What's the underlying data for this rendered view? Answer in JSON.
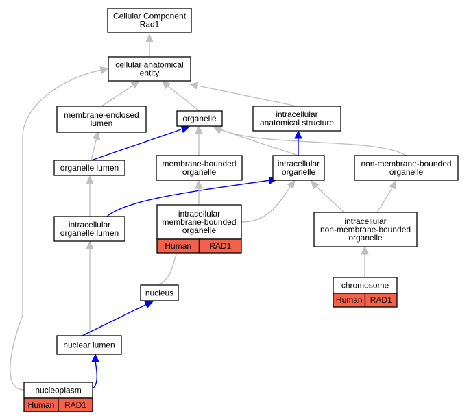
{
  "graph": {
    "nodes": {
      "root": [
        "Cellular Component",
        "Rad1"
      ],
      "cae": [
        "cellular anatomical",
        "entity"
      ],
      "mel": [
        "membrane-enclosed",
        "lumen"
      ],
      "org": [
        "organelle"
      ],
      "ias": [
        "intracellular",
        "anatomical structure"
      ],
      "orgl": [
        "organelle lumen"
      ],
      "mbo": [
        "membrane-bounded",
        "organelle"
      ],
      "io": [
        "intracellular",
        "organelle"
      ],
      "nmbo": [
        "non-membrane-bounded",
        "organelle"
      ],
      "iol": [
        "intracellular",
        "organelle lumen"
      ],
      "imbo": [
        "intracellular",
        "membrane-bounded",
        "organelle"
      ],
      "inmbo": [
        "intracellular",
        "non-membrane-bounded",
        "organelle"
      ],
      "nuc": [
        "nucleus"
      ],
      "chr": [
        "chromosome"
      ],
      "nl": [
        "nuclear lumen"
      ],
      "np": [
        "nucleoplasm"
      ]
    },
    "annotations": {
      "imbo": [
        "Human",
        "RAD1"
      ],
      "chr": [
        "Human",
        "RAD1"
      ],
      "np": [
        "Human",
        "RAD1"
      ]
    },
    "edges": [
      {
        "from": "cae",
        "to": "root",
        "type": "is_a"
      },
      {
        "from": "mel",
        "to": "cae",
        "type": "is_a"
      },
      {
        "from": "org",
        "to": "cae",
        "type": "is_a"
      },
      {
        "from": "ias",
        "to": "cae",
        "type": "is_a"
      },
      {
        "from": "np",
        "to": "cae",
        "type": "is_a"
      },
      {
        "from": "orgl",
        "to": "mel",
        "type": "is_a"
      },
      {
        "from": "orgl",
        "to": "org",
        "type": "part_of"
      },
      {
        "from": "mbo",
        "to": "org",
        "type": "is_a"
      },
      {
        "from": "io",
        "to": "org",
        "type": "is_a"
      },
      {
        "from": "nmbo",
        "to": "org",
        "type": "is_a"
      },
      {
        "from": "io",
        "to": "ias",
        "type": "part_of"
      },
      {
        "from": "iol",
        "to": "orgl",
        "type": "is_a"
      },
      {
        "from": "iol",
        "to": "io",
        "type": "part_of"
      },
      {
        "from": "imbo",
        "to": "mbo",
        "type": "is_a"
      },
      {
        "from": "imbo",
        "to": "io",
        "type": "is_a"
      },
      {
        "from": "inmbo",
        "to": "io",
        "type": "is_a"
      },
      {
        "from": "inmbo",
        "to": "nmbo",
        "type": "is_a"
      },
      {
        "from": "nuc",
        "to": "imbo",
        "type": "is_a"
      },
      {
        "from": "chr",
        "to": "inmbo",
        "type": "is_a"
      },
      {
        "from": "nl",
        "to": "iol",
        "type": "is_a"
      },
      {
        "from": "nl",
        "to": "nuc",
        "type": "part_of"
      },
      {
        "from": "np",
        "to": "nl",
        "type": "part_of"
      }
    ],
    "colors": {
      "is_a_edge": "#c0c0c0",
      "part_of_edge": "#0000ff",
      "annotation_fill": "#f4614a",
      "node_fill": "#ffffff",
      "node_border": "#000000"
    }
  }
}
